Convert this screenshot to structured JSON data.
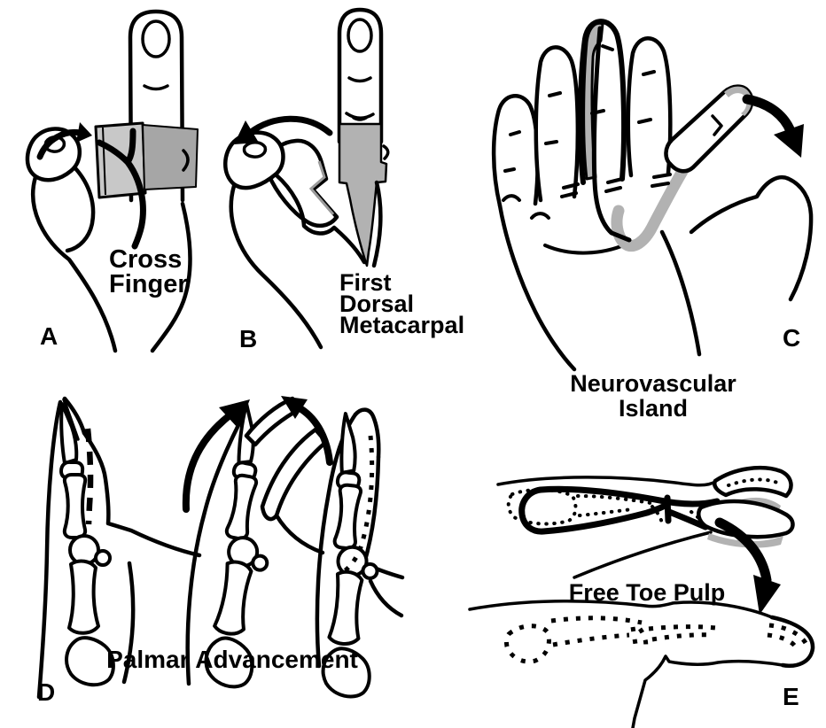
{
  "colors": {
    "ink": "#000000",
    "paper": "#ffffff",
    "flap_light": "#c8c8c8",
    "flap_dark": "#a6a6a6",
    "flap_mid": "#b2b2b2",
    "edge_gray": "#9a9a9a"
  },
  "panels": {
    "a": {
      "letter": "A",
      "caption_lines": [
        "Cross",
        "Finger"
      ]
    },
    "b": {
      "letter": "B",
      "caption_lines": [
        "First",
        "Dorsal",
        "Metacarpal"
      ]
    },
    "c": {
      "letter": "C",
      "caption_lines": [
        "Neurovascular",
        "Island"
      ]
    },
    "d": {
      "letter": "D",
      "caption": "Palmar Advancement"
    },
    "e": {
      "letter": "E",
      "caption": "Free Toe Pulp"
    }
  }
}
